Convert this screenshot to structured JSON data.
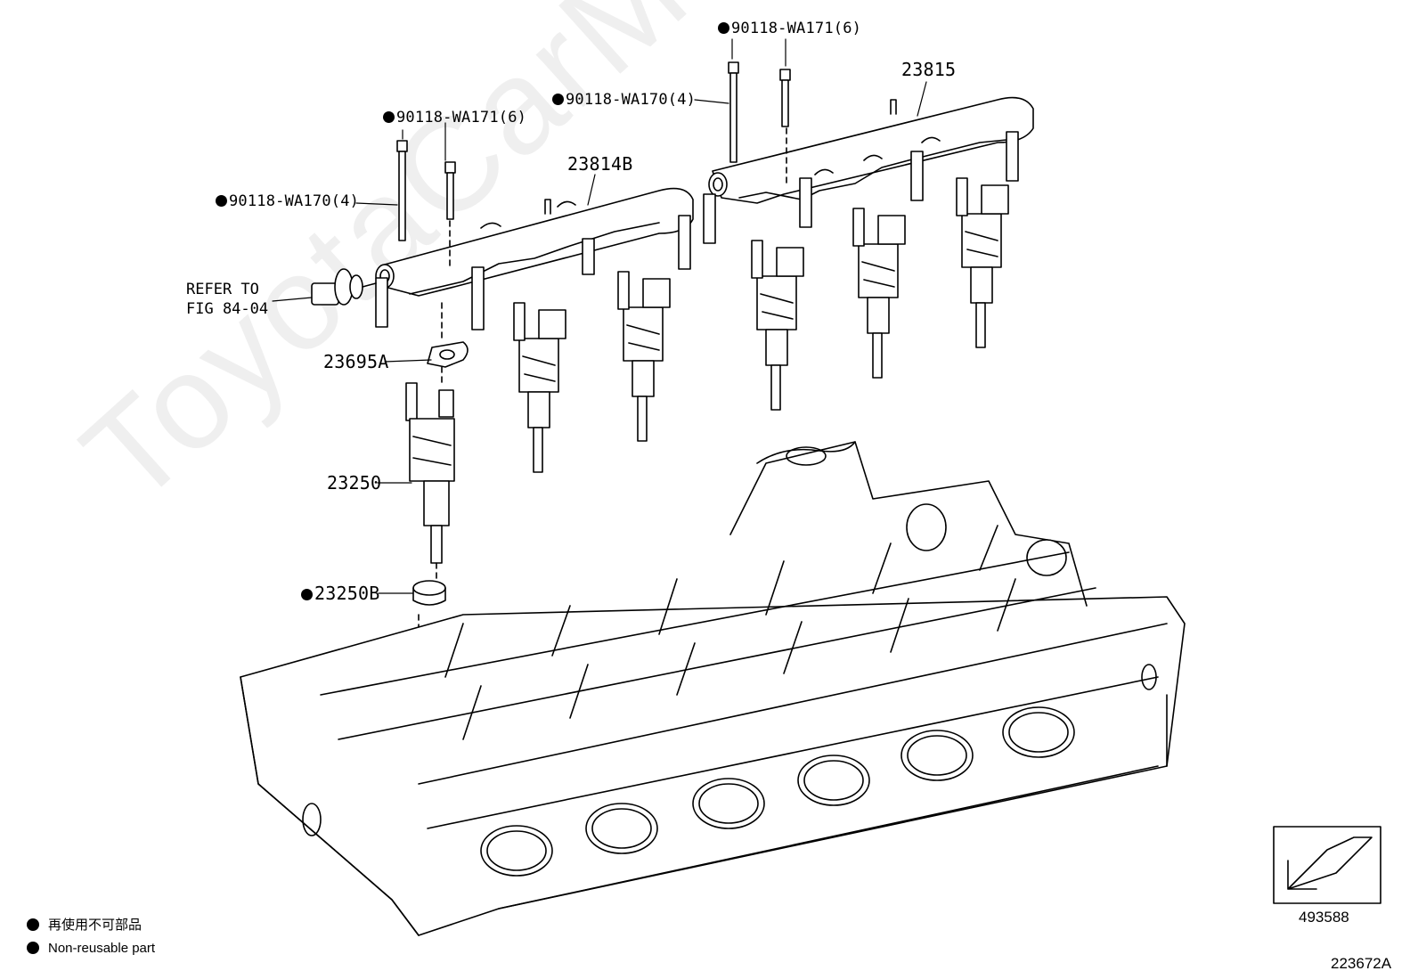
{
  "callouts": {
    "bolt_171_right": "90118-WA171(6)",
    "bolt_170_right": "90118-WA170(4)",
    "rail_right": "23815",
    "bolt_171_left": "90118-WA171(6)",
    "rail_left": "23814B",
    "bolt_170_left": "90118-WA170(4)",
    "refer_to": "REFER TO\nFIG 84-04",
    "spacer": "23695A",
    "injector": "23250",
    "seal": "23250B"
  },
  "legend": {
    "jp": "再使用不可部品",
    "en": "Non-reusable part"
  },
  "view_direction_code": "493588",
  "figure_code": "223672A",
  "watermark": "ToyotaCarMine.ru"
}
